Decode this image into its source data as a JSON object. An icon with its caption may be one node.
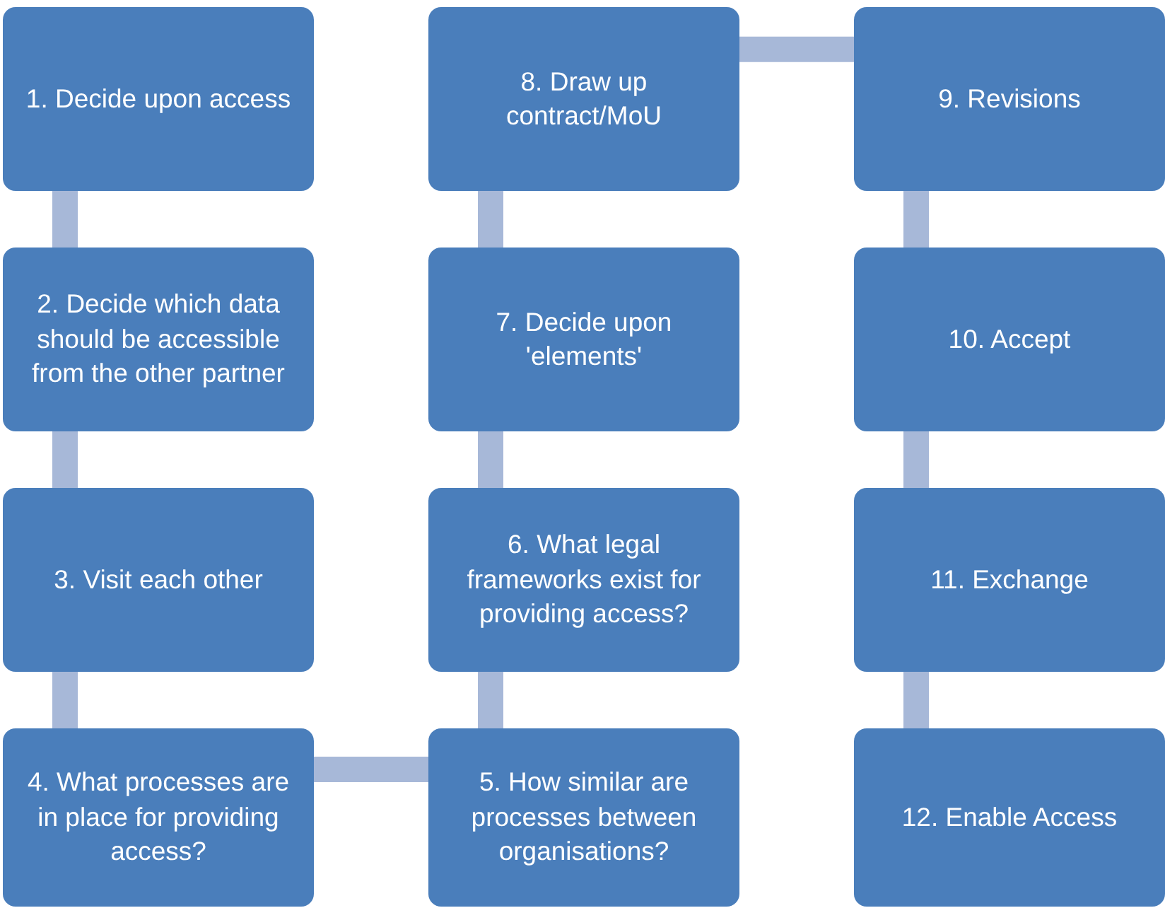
{
  "diagram": {
    "nodes": [
      {
        "text": [
          "1. Decide upon access"
        ]
      },
      {
        "text": [
          "2. Decide which data should be accessible from the other partner"
        ]
      },
      {
        "text": [
          "3. Visit each other"
        ]
      },
      {
        "text": [
          "4. What processes are in place for providing access?"
        ]
      },
      {
        "text": [
          "5. How similar are processes between organisations?"
        ]
      },
      {
        "text": [
          "6. What legal frameworks exist for providing access?"
        ]
      },
      {
        "text": [
          "7. Decide upon 'elements'"
        ]
      },
      {
        "text": [
          "8. Draw up contract/MoU"
        ]
      },
      {
        "text": [
          "9. Revisions"
        ]
      },
      {
        "text": [
          "10. Accept"
        ]
      },
      {
        "text": [
          "11. Exchange"
        ]
      },
      {
        "text": [
          "12. Enable Access"
        ]
      }
    ],
    "edges": [
      {
        "from": 0,
        "to": 1,
        "arrow": "none"
      },
      {
        "from": 1,
        "to": 2,
        "arrow": "none"
      },
      {
        "from": 2,
        "to": 3,
        "arrow": "none"
      },
      {
        "from": 3,
        "to": 4,
        "arrow": "none"
      },
      {
        "from": 4,
        "to": 5,
        "arrow": "none"
      },
      {
        "from": 5,
        "to": 6,
        "arrow": "none"
      },
      {
        "from": 6,
        "to": 7,
        "arrow": "none"
      },
      {
        "from": 7,
        "to": 8,
        "arrow": "none"
      },
      {
        "from": 8,
        "to": 9,
        "arrow": "none"
      },
      {
        "from": 9,
        "to": 10,
        "arrow": "none"
      },
      {
        "from": 10,
        "to": 11,
        "arrow": "none"
      }
    ]
  }
}
